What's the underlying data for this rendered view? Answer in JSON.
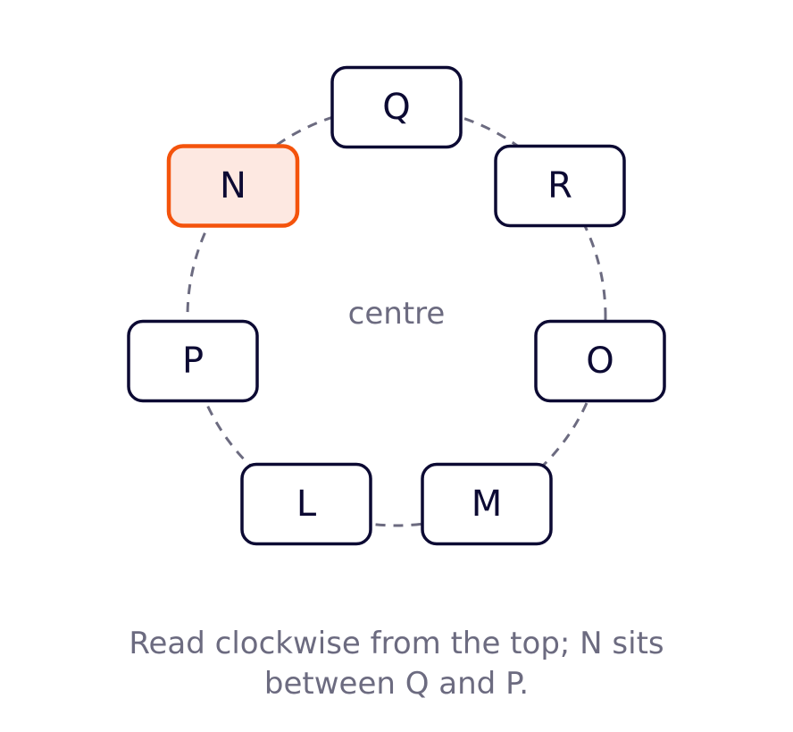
{
  "diagram": {
    "center_label": "centre",
    "seats": [
      {
        "label": "Q",
        "highlighted": false
      },
      {
        "label": "R",
        "highlighted": false
      },
      {
        "label": "O",
        "highlighted": false
      },
      {
        "label": "M",
        "highlighted": false
      },
      {
        "label": "L",
        "highlighted": false
      },
      {
        "label": "P",
        "highlighted": false
      },
      {
        "label": "N",
        "highlighted": true
      }
    ]
  },
  "caption": "Read clockwise from the top; N sits between Q and P.",
  "colors": {
    "box_stroke": "#0c0a33",
    "highlight_stroke": "#f4530c",
    "highlight_fill": "#fde8e1",
    "circle_stroke": "#6c6b80",
    "muted_text": "#6c6b80"
  }
}
